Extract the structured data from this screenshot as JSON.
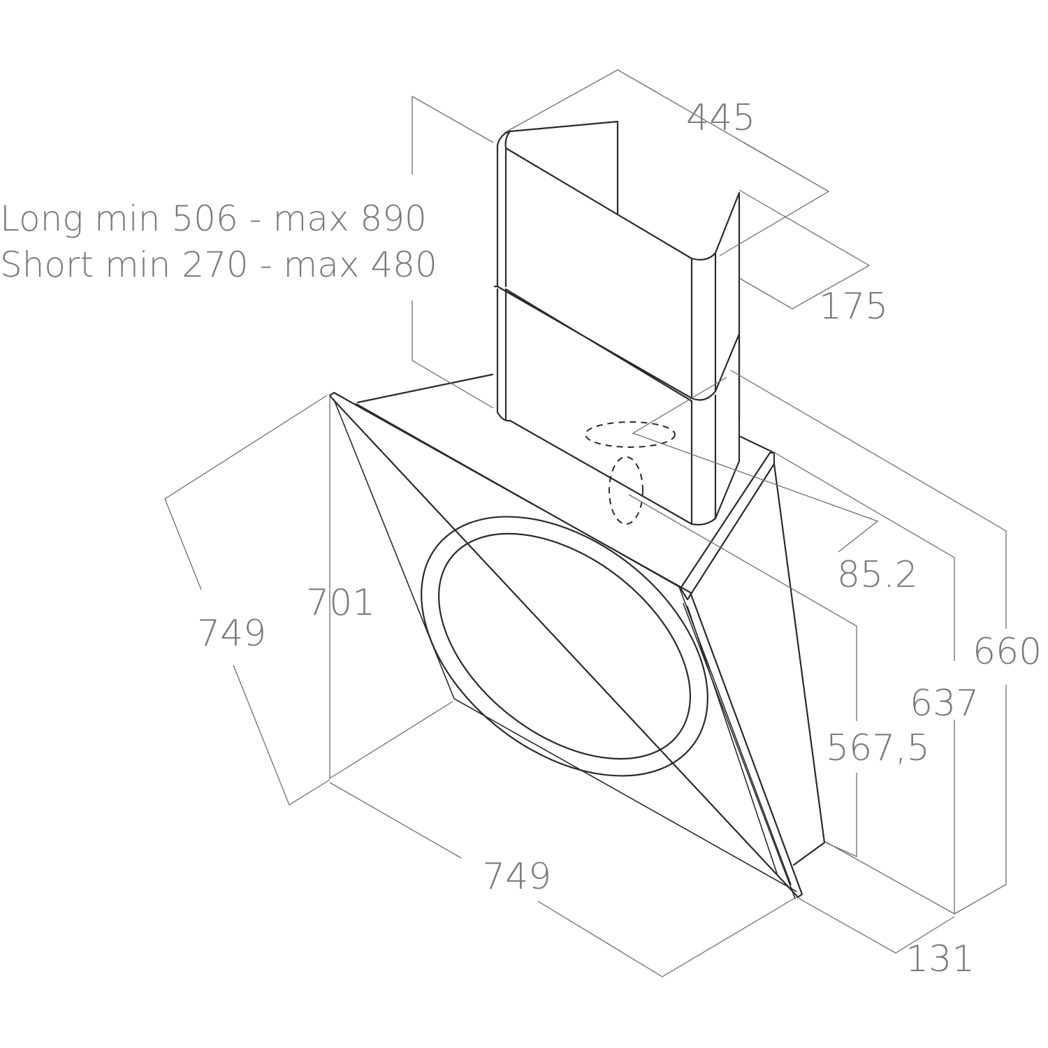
{
  "notes": {
    "long": "Long min 506 - max 890",
    "short": "Short min 270 - max 480"
  },
  "dimensions": {
    "chimney_width": "445",
    "chimney_depth": "175",
    "outlet_offset": "85.2",
    "total_depth": "660",
    "body_depth": "637",
    "body_height": "567,5",
    "glass_height": "701",
    "glass_side": "749",
    "glass_width": "749",
    "bottom_depth": "131"
  },
  "colors": {
    "line": "#2a2a2a",
    "dimension": "#7a7a7a"
  }
}
